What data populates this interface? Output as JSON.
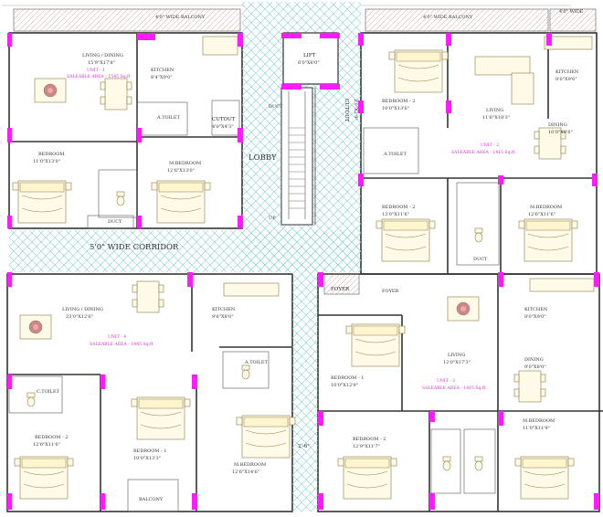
{
  "colors": {
    "wall": "#333333",
    "column": "#ff1aff",
    "hatch": "#7fd0d0",
    "unit_text": "#cc33cc",
    "furniture": "#8a7a40"
  },
  "common": {
    "balcony_left": "4'0\" WIDE BALCONY",
    "balcony_right": "4'0\" WIDE BALCONY",
    "balcony_small": "4'0\" WIDE",
    "lift": "LIFT",
    "lift_dim": "6'0\"X6'0\"",
    "duct_a": "DUCT",
    "duct_b": "DUCT",
    "up": "UP",
    "cutout": "CUTOUT",
    "cutout_dim": "2'0\"X2'9\"",
    "lobby": "LOBBY",
    "corridor": "5'0\" WIDE CORRIDOR",
    "gap": "2'-6\""
  },
  "unit1": {
    "living": "LIVING / DINING",
    "living_dim": "15'9\"X17'8\"",
    "unit": "UNIT - 1",
    "area": "SALEABLE AREA - 1545 Sq.ft",
    "kitchen": "KITCHEN",
    "kitchen_dim": "8'4\"X9'0\"",
    "cutout": "CUTOUT",
    "cutout_dim": "4'0\"X4'3\"",
    "toilet": "A.TOILET",
    "bed": "BEDROOM",
    "bed_dim": "11'0\"X13'0\"",
    "mbed": "M.BEDROOM",
    "mbed_dim": "12'6\"X13'0\"",
    "duct": "DUCT"
  },
  "unit2": {
    "bed2": "BEDROOM - 2",
    "bed2_dim": "10'0\"X13'6\"",
    "living": "LIVING",
    "living_dim": "11'6\"X18'3\"",
    "kitchen": "KITCHEN",
    "kitchen_dim": "8'0\"X9'6\"",
    "dining": "DINING",
    "dining_dim": "10'0\"X8'6\"",
    "unit": "UNIT - 2",
    "area": "SALEABLE AREA - 1415 Sq.ft",
    "toilet": "A.TOILET",
    "bed3": "BEDROOM - 2",
    "bed3_dim": "13'0\"X11'6\"",
    "mbed": "M.BEDROOM",
    "mbed_dim": "12'6\"X11'6\"",
    "duct": "DUCT"
  },
  "unit4": {
    "living": "LIVING / DINING",
    "living_dim": "23'0\"X12'6\"",
    "unit": "UNIT - 4",
    "area": "SALEABLE AREA - 1445 Sq.ft",
    "kitchen": "KITCHEN",
    "kitchen_dim": "9'6\"X8'0\"",
    "ctoilet": "C.TOILET",
    "toilet": "A.TOILET",
    "bed2": "BEDROOM - 2",
    "bed2_dim": "12'6\"X11'6\"",
    "bed1": "BEDROOM - 1",
    "bed1_dim": "10'0\"X13'3\"",
    "mbed": "M.BEDROOM",
    "mbed_dim": "12'6\"X14'6\"",
    "balcony": "BALCONY"
  },
  "unit3": {
    "foyer": "FOYER",
    "foyer2": "FOYER",
    "living": "LIVING",
    "living_dim": "12'0\"X17'3\"",
    "kitchen": "KITCHEN",
    "kitchen_dim": "8'0\"X9'0\"",
    "dining": "DINING",
    "dining_dim": "9'0\"X8'0\"",
    "unit": "UNIT - 3",
    "area": "SALEABLE AREA - 1415 Sq.ft",
    "bed1": "BEDROOM - 1",
    "bed1_dim": "10'0\"X12'9\"",
    "bed2": "BEDROOM - 2",
    "bed2_dim": "12'9\"X11'7\"",
    "mbed": "M.BEDROOM",
    "mbed_dim": "11'0\"X11'9\""
  }
}
